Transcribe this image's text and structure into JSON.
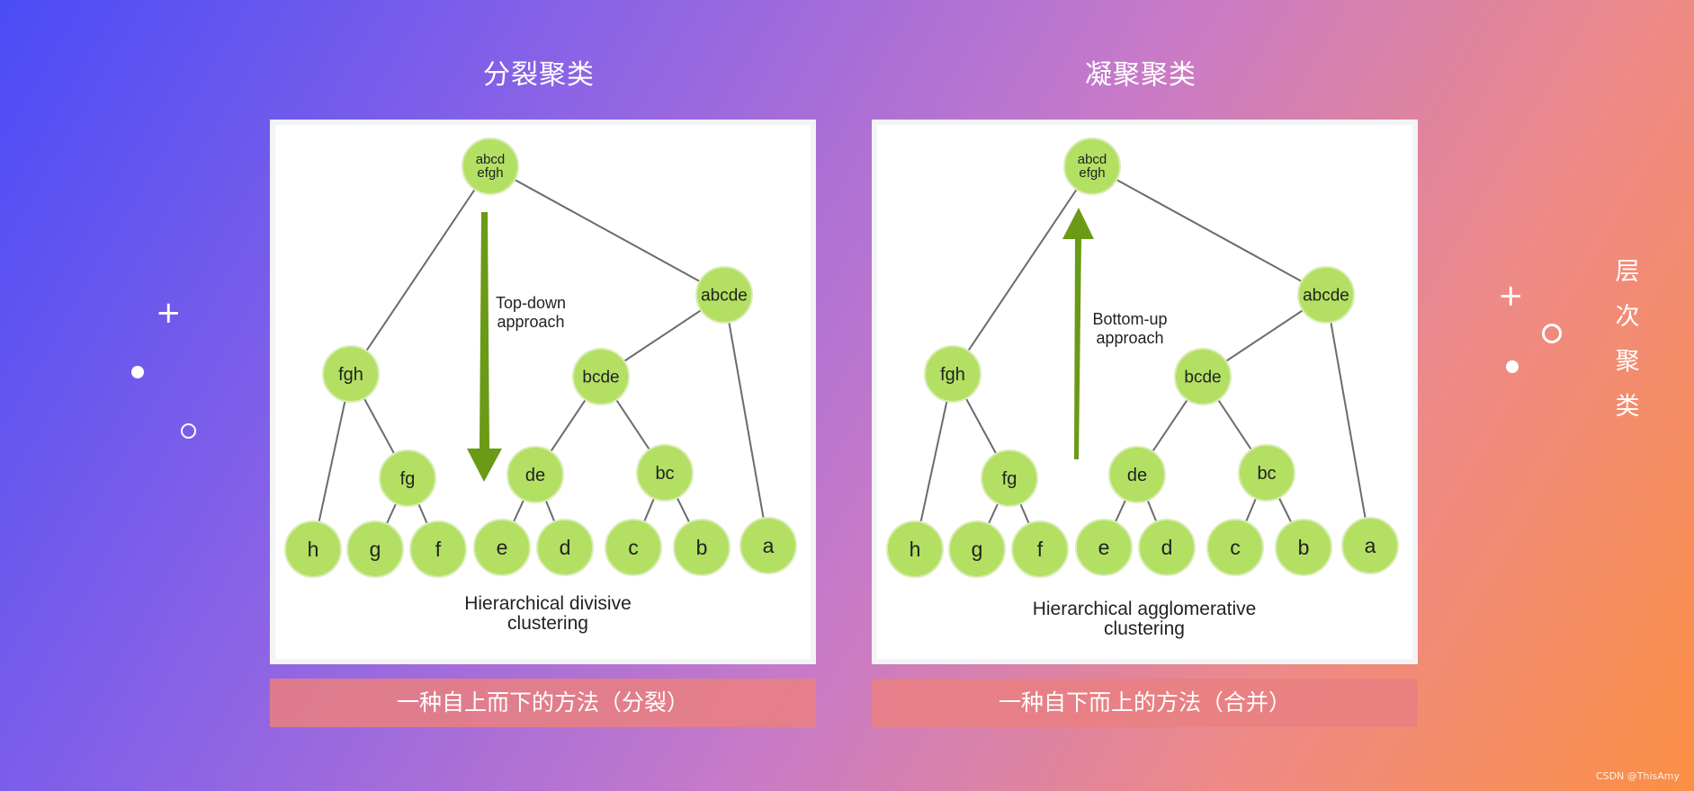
{
  "left_panel": {
    "title": "分裂聚类",
    "caption": "一种自上而下的方法（分裂）",
    "arrow_direction": "down",
    "arrow_note": [
      "Top-down",
      "approach"
    ],
    "diagram_caption": [
      "Hierarchical divisive",
      "clustering"
    ]
  },
  "right_panel": {
    "title": "凝聚聚类",
    "caption": "一种自下而上的方法（合并）",
    "arrow_direction": "up",
    "arrow_note": [
      "Bottom-up",
      "approach"
    ],
    "diagram_caption": [
      "Hierarchical agglomerative",
      "clustering"
    ]
  },
  "side_title": [
    "层",
    "次",
    "聚",
    "类"
  ],
  "watermark": "CSDN @ThisAmy",
  "tree": {
    "nodes": [
      {
        "id": "root",
        "label": "abcd\nefgh"
      },
      {
        "id": "abcde",
        "label": "abcde"
      },
      {
        "id": "fgh",
        "label": "fgh"
      },
      {
        "id": "bcde",
        "label": "bcde"
      },
      {
        "id": "fg",
        "label": "fg"
      },
      {
        "id": "de",
        "label": "de"
      },
      {
        "id": "bc",
        "label": "bc"
      },
      {
        "id": "h",
        "label": "h"
      },
      {
        "id": "g",
        "label": "g"
      },
      {
        "id": "f",
        "label": "f"
      },
      {
        "id": "e",
        "label": "e"
      },
      {
        "id": "d",
        "label": "d"
      },
      {
        "id": "c",
        "label": "c"
      },
      {
        "id": "b",
        "label": "b"
      },
      {
        "id": "a",
        "label": "a"
      }
    ],
    "edges": [
      [
        "root",
        "fgh"
      ],
      [
        "root",
        "abcde"
      ],
      [
        "fgh",
        "h"
      ],
      [
        "fgh",
        "fg"
      ],
      [
        "fg",
        "g"
      ],
      [
        "fg",
        "f"
      ],
      [
        "abcde",
        "bcde"
      ],
      [
        "abcde",
        "a"
      ],
      [
        "bcde",
        "de"
      ],
      [
        "bcde",
        "bc"
      ],
      [
        "de",
        "e"
      ],
      [
        "de",
        "d"
      ],
      [
        "bc",
        "c"
      ],
      [
        "bc",
        "b"
      ]
    ]
  },
  "colors": {
    "node_fill": "#b3e063",
    "arrow": "#6a9a16",
    "edge": "#6b6b6b",
    "caption_bg": "#e88082"
  }
}
